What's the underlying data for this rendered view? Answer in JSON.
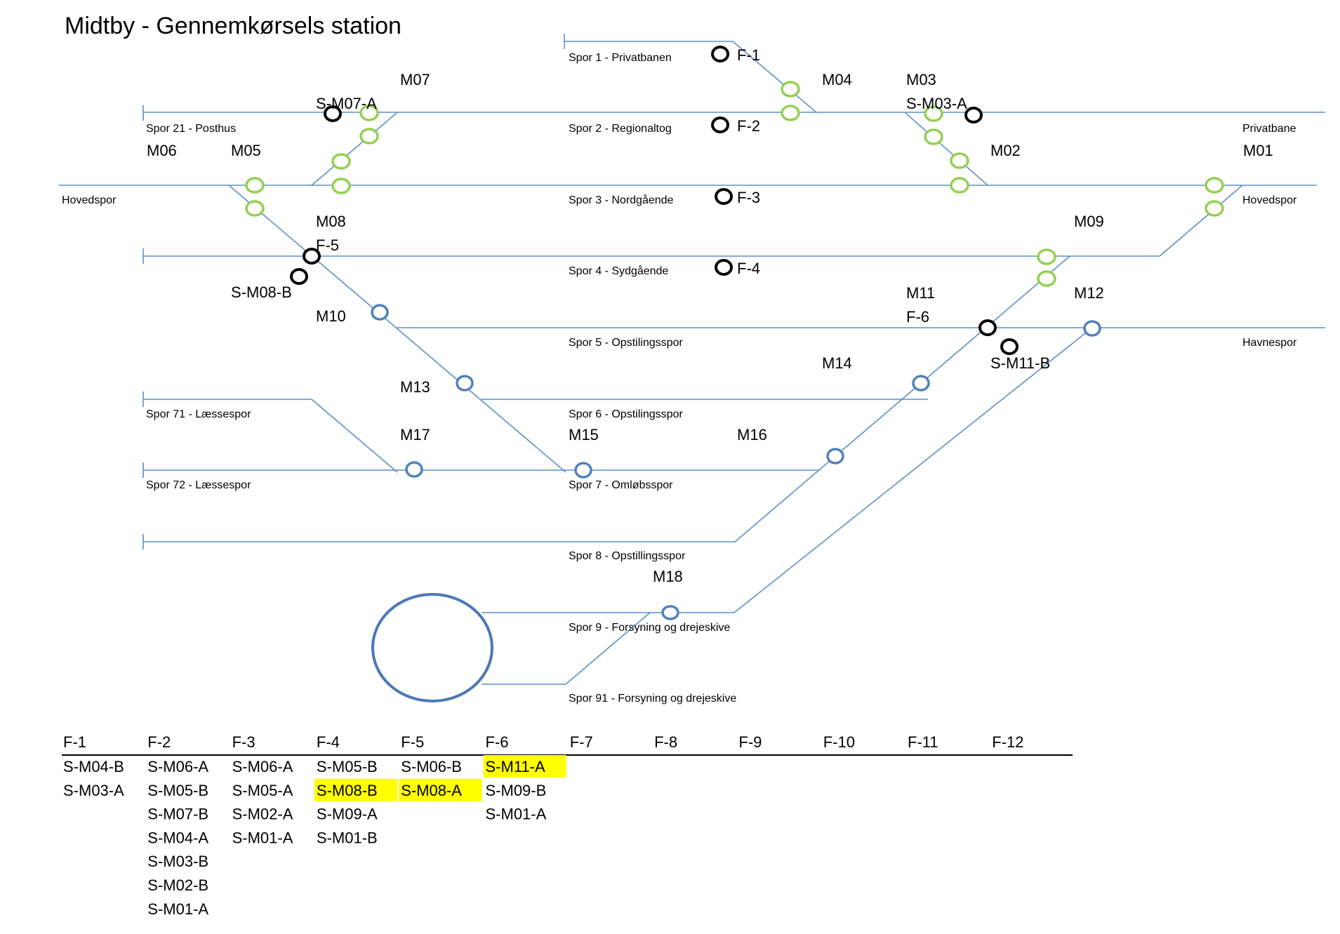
{
  "title": "Midtby - Gennemkørsels station",
  "tracks": [
    {
      "id": "spor1",
      "label": "Spor 1 - Privatbanen"
    },
    {
      "id": "spor2",
      "label": "Spor 2 - Regionaltog"
    },
    {
      "id": "spor21",
      "label": "Spor 21 - Posthus"
    },
    {
      "id": "spor3",
      "label": "Spor 3 - Nordgående"
    },
    {
      "id": "spor4",
      "label": "Spor 4 - Sydgående"
    },
    {
      "id": "spor5",
      "label": "Spor 5 - Opstilingsspor"
    },
    {
      "id": "spor6",
      "label": "Spor 6 - Opstilingsspor"
    },
    {
      "id": "spor71",
      "label": "Spor 71 - Læssespor"
    },
    {
      "id": "spor72",
      "label": "Spor 72 - Læssespor"
    },
    {
      "id": "spor7",
      "label": "Spor 7 - Omløbsspor"
    },
    {
      "id": "spor8",
      "label": "Spor 8 - Opstillingsspor"
    },
    {
      "id": "spor9",
      "label": "Spor 9 - Forsyning og drejeskive"
    },
    {
      "id": "spor91",
      "label": "Spor 91 - Forsyning og drejeskive"
    }
  ],
  "side_labels": {
    "hovedspor_left": "Hovedspor",
    "hovedspor_right": "Hovedspor",
    "privatbane": "Privatbane",
    "havnespor": "Havnespor"
  },
  "switch_labels": [
    "M01",
    "M02",
    "M03",
    "M04",
    "M05",
    "M06",
    "M07",
    "M08",
    "M09",
    "M10",
    "M11",
    "M12",
    "M13",
    "M14",
    "M15",
    "M16",
    "M17",
    "M18"
  ],
  "signal_labels": {
    "f1": "F-1",
    "f2": "F-2",
    "f3": "F-3",
    "f4": "F-4",
    "f5": "F-5",
    "f6": "F-6",
    "s_m07_a": "S-M07-A",
    "s_m03_a": "S-M03-A",
    "s_m08_b": "S-M08-B",
    "s_m11_b": "S-M11-B"
  },
  "colors": {
    "track": "#5b8fc9",
    "switch_green": "#92d050",
    "switch_blue": "#4f81bd",
    "signal_black": "#000000",
    "highlight": "#ffff00",
    "turntable": "#4a78b8"
  },
  "table": {
    "headers": [
      "F-1",
      "F-2",
      "F-3",
      "F-4",
      "F-5",
      "F-6",
      "F-7",
      "F-8",
      "F-9",
      "F-10",
      "F-11",
      "F-12"
    ],
    "columns": [
      [
        {
          "text": "S-M04-B"
        },
        {
          "text": "S-M03-A"
        }
      ],
      [
        {
          "text": "S-M06-A"
        },
        {
          "text": "S-M05-B"
        },
        {
          "text": "S-M07-B"
        },
        {
          "text": "S-M04-A"
        },
        {
          "text": "S-M03-B"
        },
        {
          "text": "S-M02-B"
        },
        {
          "text": "S-M01-A"
        }
      ],
      [
        {
          "text": "S-M06-A"
        },
        {
          "text": "S-M05-A"
        },
        {
          "text": "S-M02-A"
        },
        {
          "text": "S-M01-A"
        }
      ],
      [
        {
          "text": "S-M05-B"
        },
        {
          "text": "S-M08-B",
          "highlight": true
        },
        {
          "text": "S-M09-A"
        },
        {
          "text": "S-M01-B"
        }
      ],
      [
        {
          "text": "S-M06-B"
        },
        {
          "text": "S-M08-A",
          "highlight": true
        }
      ],
      [
        {
          "text": "S-M11-A",
          "highlight": true
        },
        {
          "text": "S-M09-B"
        },
        {
          "text": "S-M01-A"
        }
      ],
      [],
      [],
      [],
      [],
      [],
      []
    ]
  }
}
